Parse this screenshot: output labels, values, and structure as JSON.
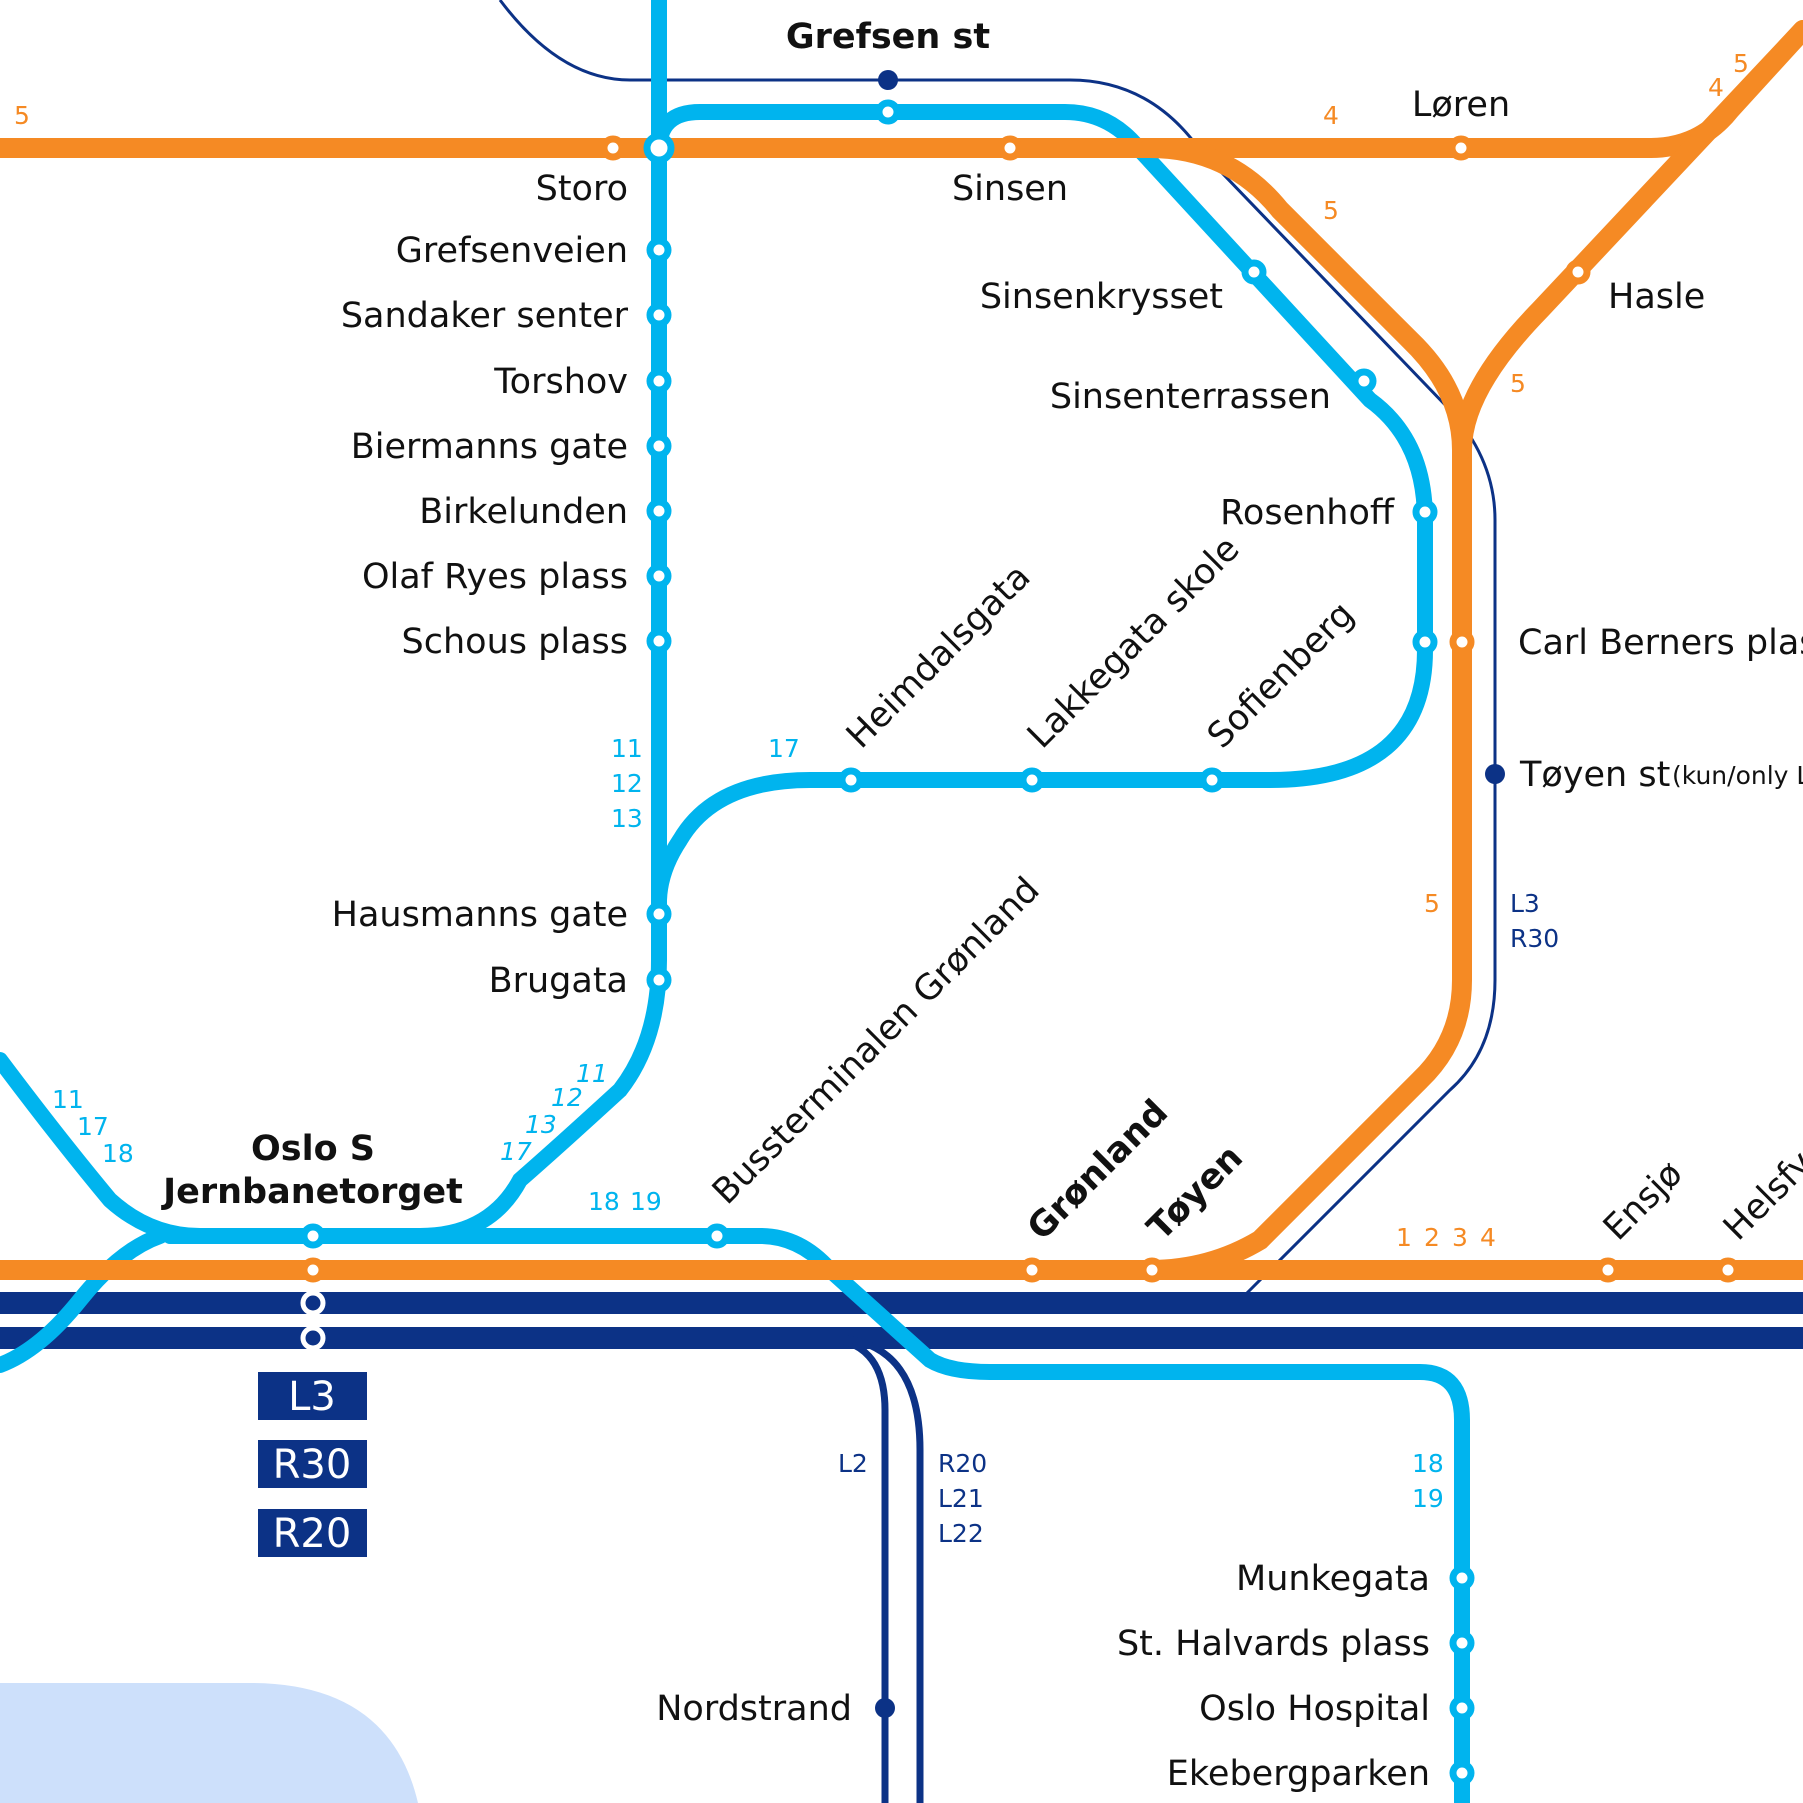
{
  "colors": {
    "tram_line": "#00b4ee",
    "metro_line": "#f58a24",
    "rail_line": "#0c3286",
    "water": "#cde0fb",
    "background": "#ffffff"
  },
  "stations": {
    "grefsen_st": "Grefsen st",
    "storo": "Storo",
    "sinsen": "Sinsen",
    "loren": "Løren",
    "hasle": "Hasle",
    "grefsenveien": "Grefsenveien",
    "sandaker_senter": "Sandaker senter",
    "torshov": "Torshov",
    "biermanns_gate": "Biermanns gate",
    "birkelunden": "Birkelunden",
    "olaf_ryes_plass": "Olaf Ryes plass",
    "schous_plass": "Schous plass",
    "sinsenkrysset": "Sinsenkrysset",
    "sinsenterrassen": "Sinsenterrassen",
    "rosenhoff": "Rosenhoff",
    "carl_berners_plass": "Carl Berners plass",
    "toyen_st": "Tøyen st",
    "toyen_st_note": "(kun/only L",
    "heimdalsgata": "Heimdalsgata",
    "lakkegata_skole": "Lakkegata skole",
    "sofienberg": "Sofienberg",
    "hausmanns_gate": "Hausmanns gate",
    "brugata": "Brugata",
    "oslo_s": "Oslo S",
    "jernbanetorget": "Jernbanetorget",
    "bussterminalen_gronland": "Bussterminalen Grønland",
    "gronland": "Grønland",
    "toyen": "Tøyen",
    "ensjo": "Ensjø",
    "helsfyr": "Helsfyr",
    "munkegata": "Munkegata",
    "st_halvards_plass": "St. Halvards plass",
    "oslo_hospital": "Oslo Hospital",
    "ekebergparken": "Ekebergparken",
    "nordstrand": "Nordstrand"
  },
  "route_labels": {
    "metro_5_left": "5",
    "metro_4_top": "4",
    "metro_5_topright": "5",
    "metro_4_topright": "4",
    "metro_5_curve": "5",
    "metro_5_hasle": "5",
    "metro_5_vertical": "5",
    "metro_1": "1",
    "metro_2": "2",
    "metro_3": "3",
    "metro_4_bottom": "4",
    "tram_11": "11",
    "tram_12": "12",
    "tram_13": "13",
    "tram_17": "17",
    "tram_11_left": "11",
    "tram_17_left": "17",
    "tram_18_left": "18",
    "tram_11_right": "11",
    "tram_12_right": "12",
    "tram_13_right": "13",
    "tram_17_right": "17",
    "tram_18": "18",
    "tram_19": "19",
    "tram_18_bottom": "18",
    "tram_19_bottom": "19",
    "rail_l3": "L3",
    "rail_r30": "R30",
    "rail_l2": "L2",
    "rail_r20": "R20",
    "rail_l21": "L21",
    "rail_l22": "L22"
  },
  "badges": [
    "L3",
    "R30",
    "R20"
  ]
}
